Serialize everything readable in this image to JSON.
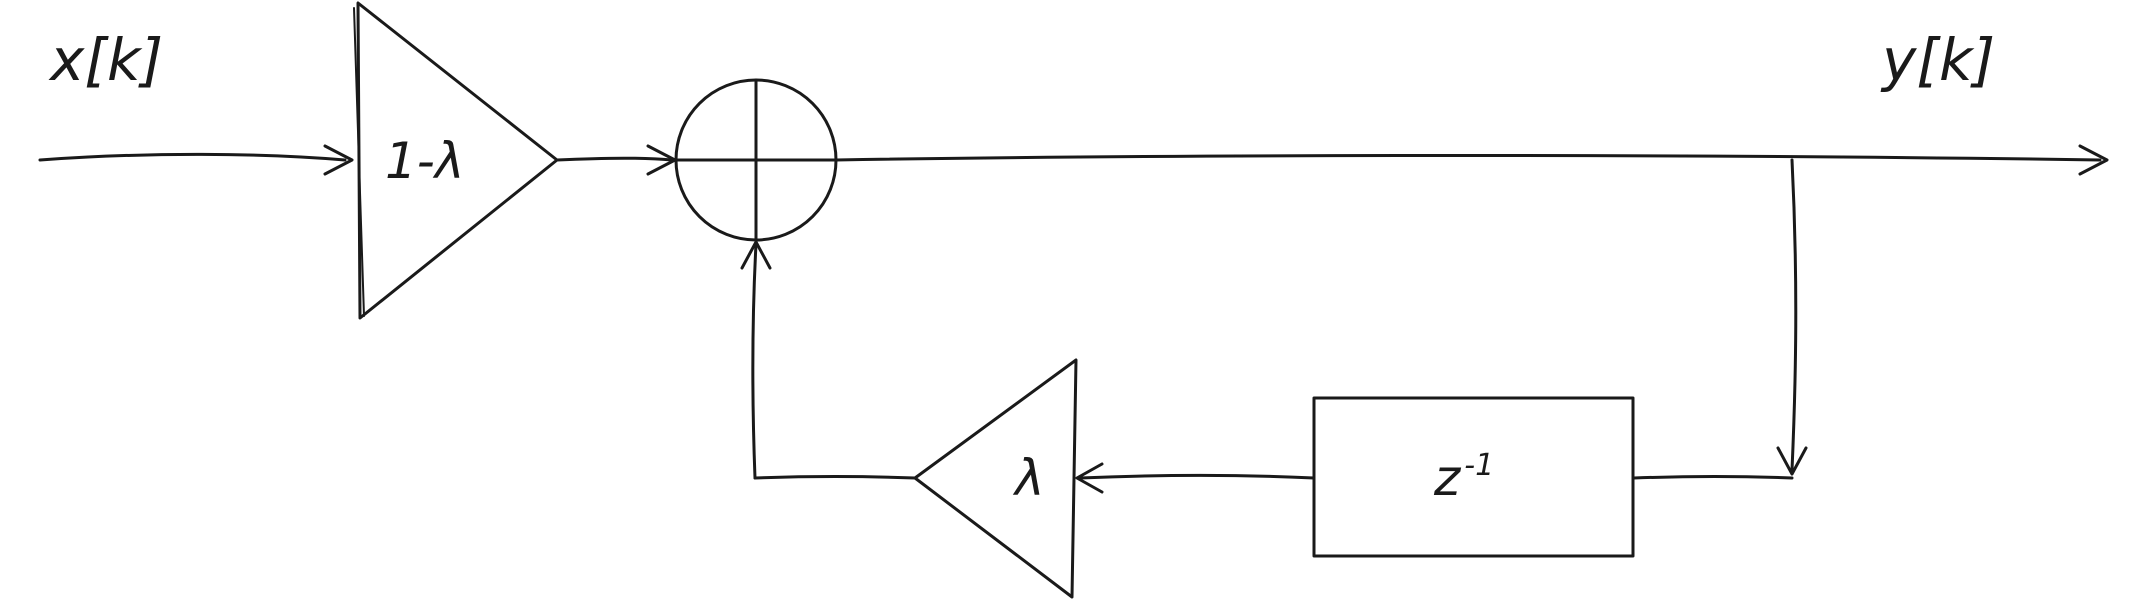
{
  "diagram": {
    "input_signal": "x[k]",
    "output_signal": "y[k]",
    "forward_gain": "1-λ",
    "feedback_gain": "λ",
    "delay": {
      "base": "z",
      "exponent": "-1"
    },
    "stroke_color": "#1a1a1a",
    "background_color": "#ffffff"
  }
}
